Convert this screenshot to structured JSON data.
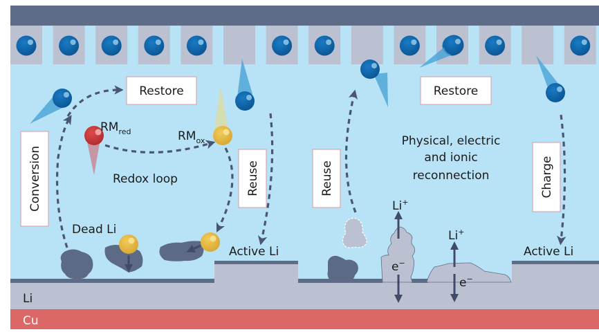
{
  "figure": {
    "colors": {
      "electrolyte": "#b8e3f7",
      "current_collector_top": "#5e6c87",
      "host_tile": "#bcc1d2",
      "li_ion_sphere": "#0f69ad",
      "li_ion_highlight": "#7fbbe0",
      "li_ion_tail": "#4aa3d6",
      "rm_red": "#cf3b3e",
      "rm_ox": "#e8c04c",
      "dead_li": "#5d6a85",
      "li_metal": "#bcc1d2",
      "cu_foil": "#dc6767",
      "label_box_border": "#d89aa0",
      "dash_arrow": "#4a5573"
    },
    "labels": {
      "restore_left": "Restore",
      "restore_right": "Restore",
      "conversion": "Conversion",
      "reuse_left": "Reuse",
      "reuse_right": "Reuse",
      "charge": "Charge",
      "rm_red_base": "RM",
      "rm_red_sub": "red",
      "rm_ox_base": "RM",
      "rm_ox_sub": "ox",
      "redox_loop": "Redox loop",
      "dead_li": "Dead Li",
      "active_li_left": "Active Li",
      "active_li_right": "Active Li",
      "reconnection_line1": "Physical, electric",
      "reconnection_line2": "and ionic",
      "reconnection_line3": "reconnection",
      "li_ion_1_base": "Li",
      "li_ion_1_sup": "+",
      "li_ion_2_base": "Li",
      "li_ion_2_sup": "+",
      "electron_1_base": "e",
      "electron_1_sup": "−",
      "electron_2_base": "e",
      "electron_2_sup": "−",
      "li_layer": "Li",
      "cu_layer": "Cu"
    },
    "host_tiles": [
      {
        "occupied": true
      },
      {
        "occupied": true
      },
      {
        "occupied": true
      },
      {
        "occupied": true
      },
      {
        "occupied": true
      },
      {
        "occupied": false
      },
      {
        "occupied": true
      },
      {
        "occupied": true
      },
      {
        "occupied": false
      },
      {
        "occupied": true
      },
      {
        "occupied": true
      },
      {
        "occupied": true
      },
      {
        "occupied": false
      },
      {
        "occupied": true
      }
    ]
  }
}
